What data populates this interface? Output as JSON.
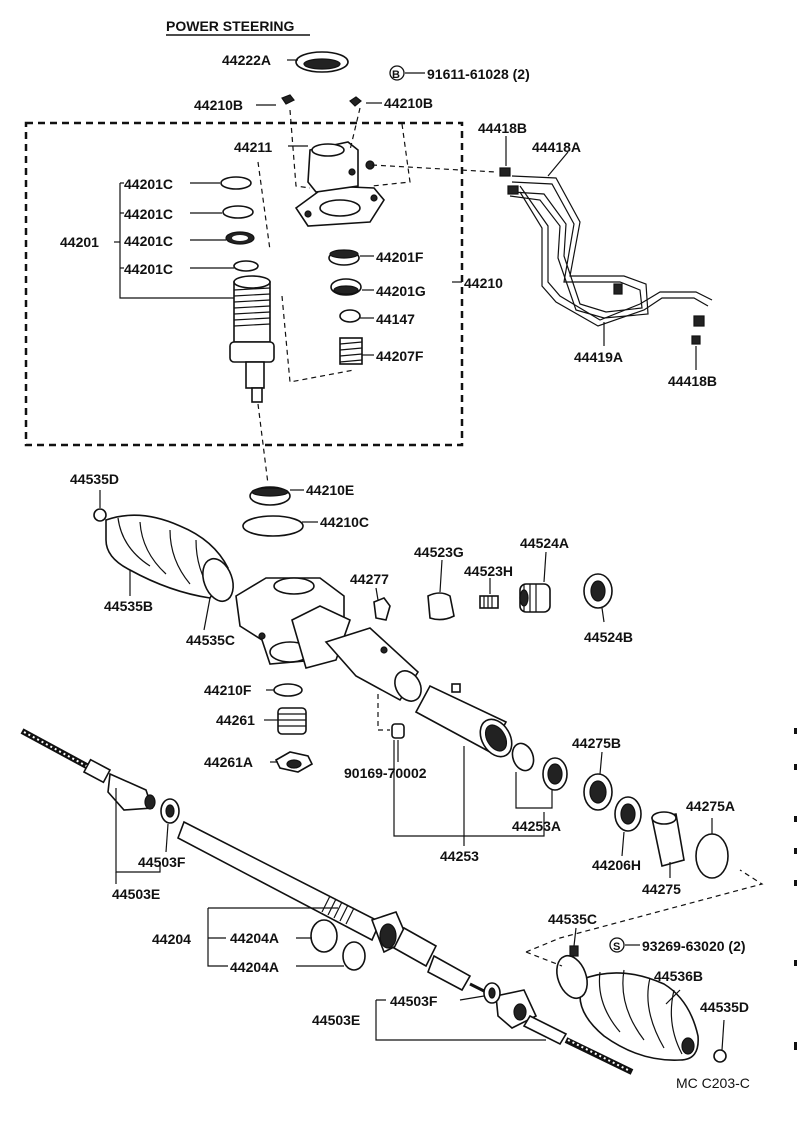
{
  "title": "POWER STEERING",
  "code": "MC C203-C",
  "labels": {
    "p44222A": "44222A",
    "p91611": "91611-61028 (2)",
    "p91611_sym": "B",
    "p44210B_l": "44210B",
    "p44210B_r": "44210B",
    "p44418B_top": "44418B",
    "p44418A": "44418A",
    "p44211": "44211",
    "p44201C_1": "44201C",
    "p44201C_2": "44201C",
    "p44201C_3": "44201C",
    "p44201C_4": "44201C",
    "p44201": "44201",
    "p44201F": "44201F",
    "p44201G": "44201G",
    "p44147": "44147",
    "p44207F": "44207F",
    "p44210": "44210",
    "p44419A": "44419A",
    "p44418B_bot": "44418B",
    "p44535D_top": "44535D",
    "p44210E": "44210E",
    "p44210C": "44210C",
    "p44523G": "44523G",
    "p44524A": "44524A",
    "p44277": "44277",
    "p44523H": "44523H",
    "p44535B": "44535B",
    "p44535C_top": "44535C",
    "p44524B": "44524B",
    "p44210F": "44210F",
    "p44261": "44261",
    "p44261A": "44261A",
    "p90169": "90169-70002",
    "p44275B": "44275B",
    "p44253A": "44253A",
    "p44253": "44253",
    "p44275A": "44275A",
    "p44206H": "44206H",
    "p44275": "44275",
    "p44503F_top": "44503F",
    "p44503E_top": "44503E",
    "p44204": "44204",
    "p44204A_1": "44204A",
    "p44204A_2": "44204A",
    "p44535C_bot": "44535C",
    "p93269": "93269-63020 (2)",
    "p93269_sym": "S",
    "p44536B": "44536B",
    "p44503F_bot": "44503F",
    "p44503E_bot": "44503E",
    "p44535D_bot": "44535D"
  }
}
